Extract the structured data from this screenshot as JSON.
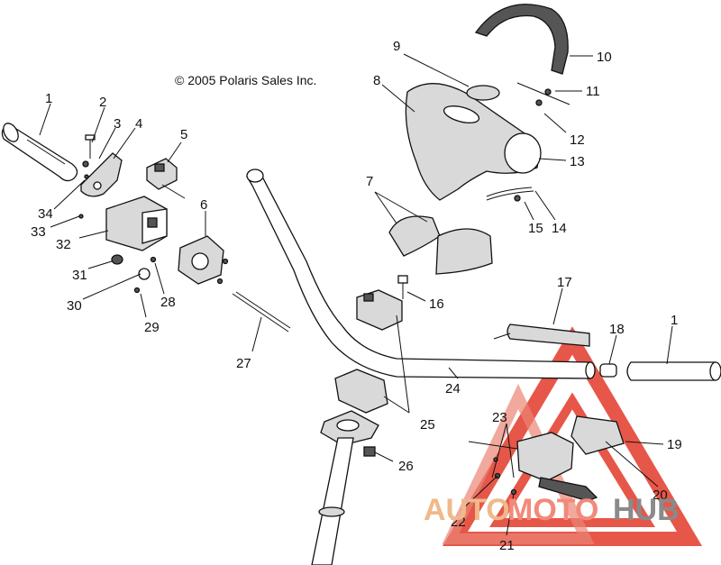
{
  "copyright": "© 2005 Polaris Sales Inc.",
  "watermark": {
    "part1": "AUTO",
    "part2": "MOTO",
    "part3": "HUB",
    "color_auto": "#f0b98a",
    "color_moto": "#f28a7a",
    "color_hub": "#8a8a8a",
    "triangle_color": "#e23a2a"
  },
  "callouts": {
    "c1a": "1",
    "c2": "2",
    "c3": "3",
    "c4": "4",
    "c5": "5",
    "c6": "6",
    "c7": "7",
    "c8": "8",
    "c9": "9",
    "c10": "10",
    "c11": "11",
    "c12": "12",
    "c13": "13",
    "c14": "14",
    "c15": "15",
    "c16": "16",
    "c17": "17",
    "c18": "18",
    "c1b": "1",
    "c19": "19",
    "c20": "20",
    "c21": "21",
    "c22": "22",
    "c23": "23",
    "c24": "24",
    "c25": "25",
    "c26": "26",
    "c27": "27",
    "c28": "28",
    "c29": "29",
    "c30": "30",
    "c31": "31",
    "c32": "32",
    "c33": "33",
    "c34": "34"
  }
}
